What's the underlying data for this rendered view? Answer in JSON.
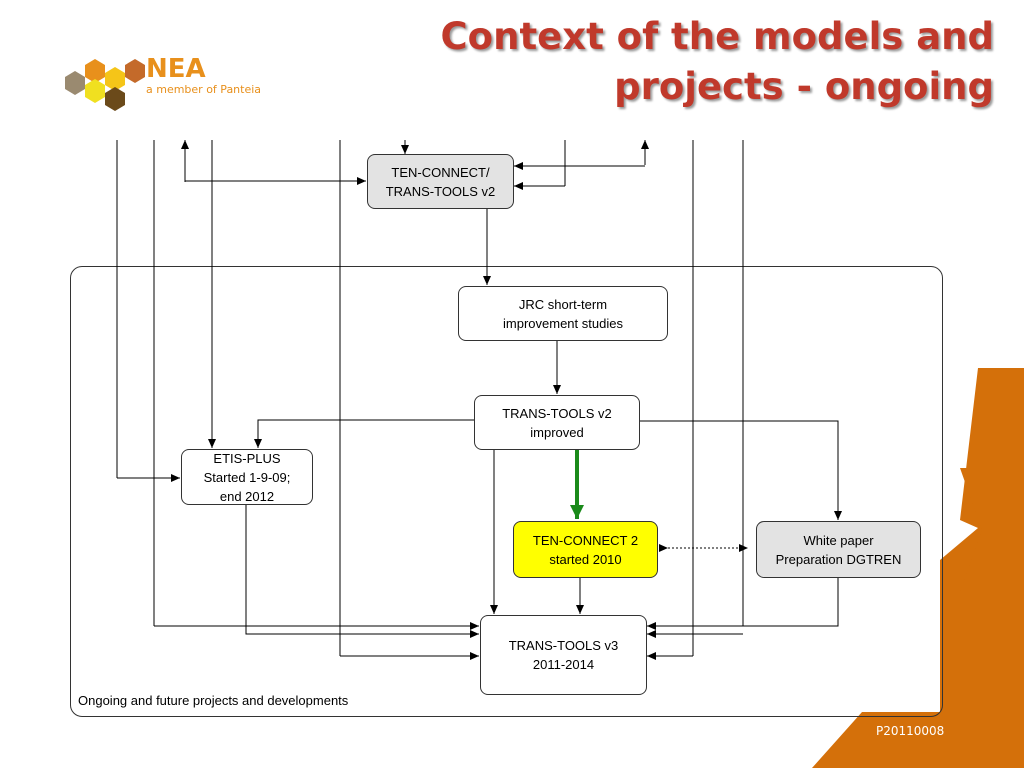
{
  "header": {
    "title_line1": "Context of the models and",
    "title_line2": "projects - ongoing"
  },
  "logo": {
    "name": "NEA",
    "tagline": "a  member of Panteia",
    "colors": [
      "#e8901c",
      "#f5c518",
      "#f0e020",
      "#c46a2a",
      "#9a8a70",
      "#6b4a1a"
    ]
  },
  "diagram": {
    "nodes": {
      "ten_connect_v2": "TEN-CONNECT/\nTRANS-TOOLS v2",
      "jrc": "JRC short-term\nimprovement studies",
      "tt_v2_improved": "TRANS-TOOLS v2\nimproved",
      "etis_plus": "ETIS-PLUS\nStarted 1-9-09;\nend 2012",
      "ten_connect_2": "TEN-CONNECT 2\nstarted 2010",
      "white_paper": "White paper\nPreparation DGTREN",
      "tt_v3": "TRANS-TOOLS v3\n2011-2014"
    },
    "container_label": "Ongoing and future projects and developments",
    "colors": {
      "gray_node": "#e3e3e3",
      "highlight_node": "#ffff00",
      "green_arrow": "#1a8a1a"
    }
  },
  "footer": {
    "code": "P20110008",
    "accent_color": "#d4700a"
  }
}
